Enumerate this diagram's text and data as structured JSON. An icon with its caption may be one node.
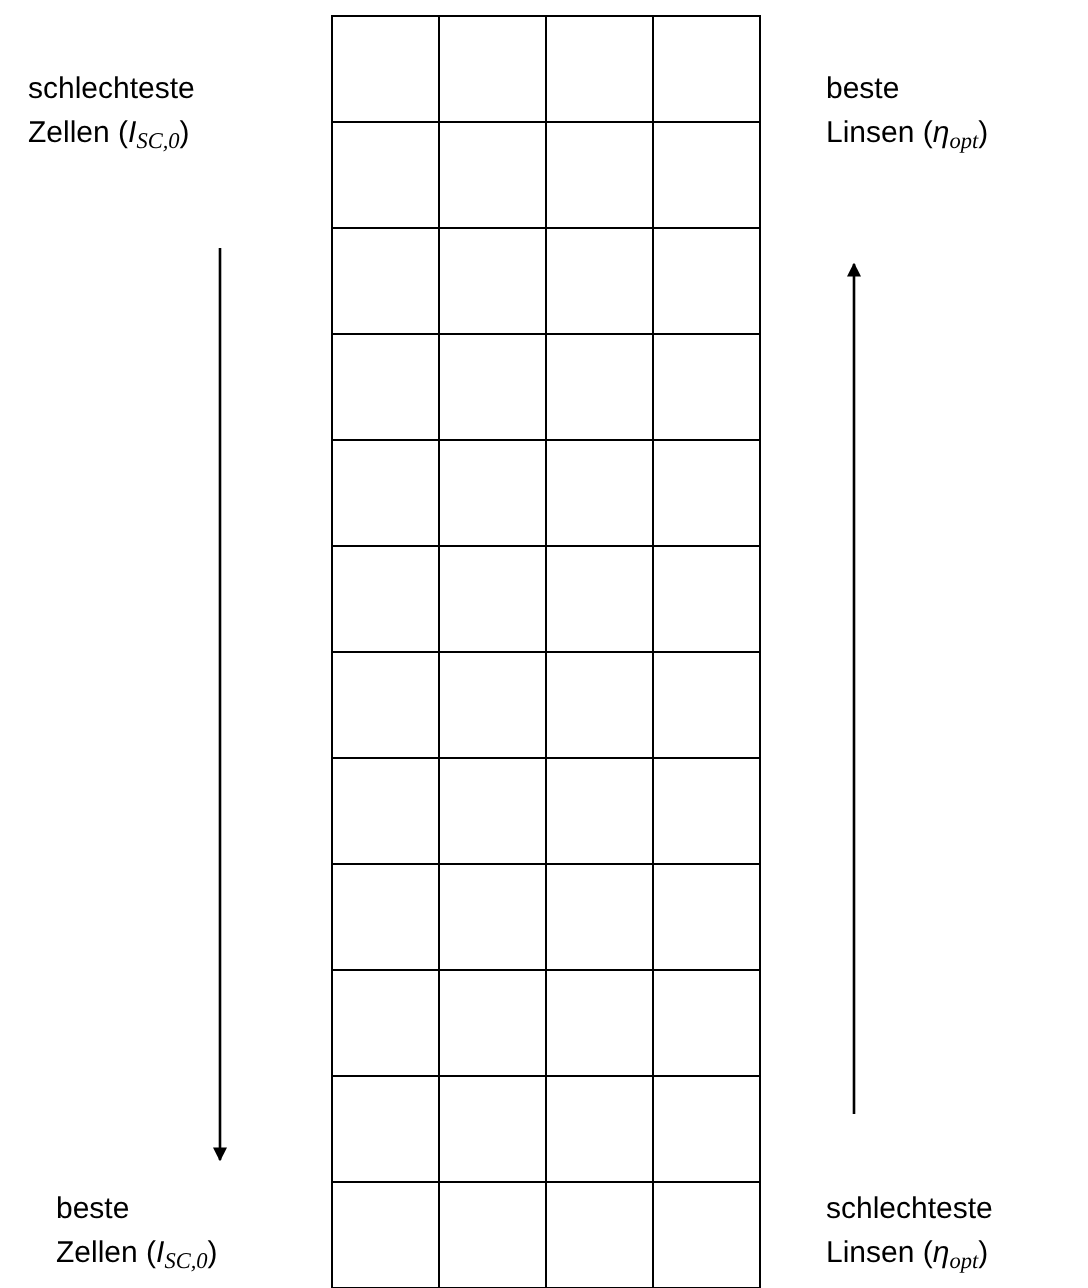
{
  "diagram": {
    "nodes": [
      {
        "text": [
          "schlechteste Zellen (*I*$_{SC,0}$)"
        ]
      },
      {
        "text": [
          "beste Linsen (*η*$_{opt}$)"
        ]
      },
      {
        "text": [
          "beste Zellen (*I*$_{SC,0}$)"
        ]
      },
      {
        "text": [
          "schlechteste Linsen (*η*$_{opt}$)"
        ]
      }
    ],
    "edges": [
      {
        "from": 0,
        "to": 2,
        "arrow": "to"
      },
      {
        "from": 3,
        "to": 1,
        "arrow": "to"
      }
    ]
  }
}
